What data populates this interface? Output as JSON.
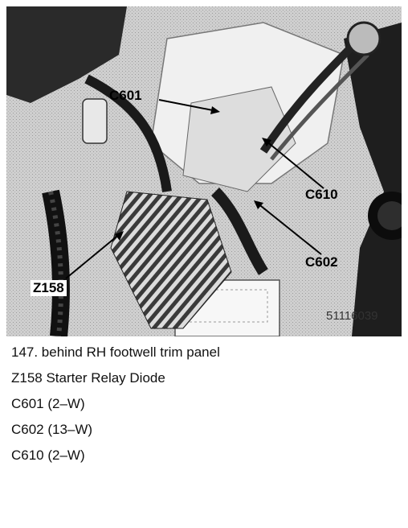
{
  "figure": {
    "labels": {
      "c601": "C601",
      "c610": "C610",
      "c602": "C602",
      "z158": "Z158"
    },
    "photo_number": "51116039"
  },
  "caption": {
    "title": "147. behind RH footwell trim panel",
    "items": [
      "Z158 Starter Relay Diode",
      "C601 (2–W)",
      "C602 (13–W)",
      "C610 (2–W)"
    ]
  }
}
